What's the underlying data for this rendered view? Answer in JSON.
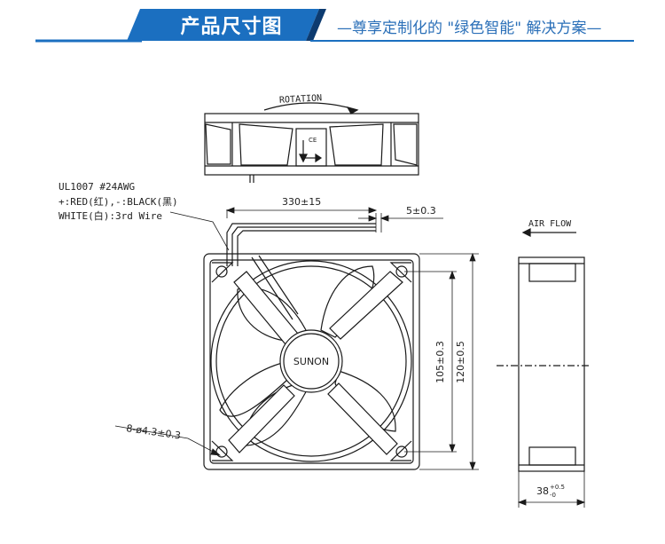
{
  "header": {
    "title": "产品尺寸图",
    "slogan": "—尊享定制化的 \"绿色智能\" 解决方案—",
    "accent_color": "#1b6fc0",
    "dark_color": "#0d3b70"
  },
  "labels": {
    "rotation": "ROTATION",
    "air_flow": "AIR FLOW",
    "brand": "SUNON",
    "ce_mark": "CE"
  },
  "wire_spec": {
    "line1": "UL1007  #24AWG",
    "line2": "+:RED(红),-:BLACK(黑)",
    "line3": "WHITE(白):3rd  Wire"
  },
  "dimensions": {
    "lead_length": "330±15",
    "strip_length": "5±0.3",
    "hole_spacing": "105±0.3",
    "frame_size": "120±0.5",
    "mount_holes": "8-ø4.3±0.3",
    "depth_base": "38",
    "depth_tol_upper": "+0.5",
    "depth_tol_lower": "-0"
  }
}
